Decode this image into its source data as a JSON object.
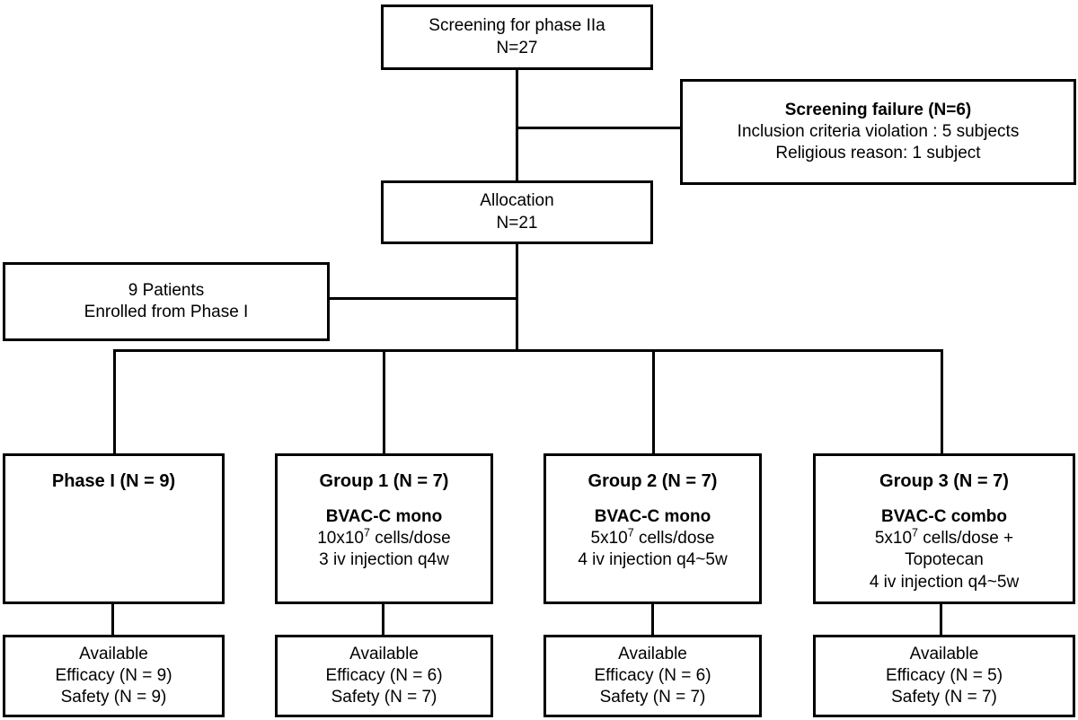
{
  "diagram": {
    "type": "consort-flow-diagram",
    "title_text": "",
    "colors": {
      "stroke": "#000000",
      "background": "#ffffff",
      "text": "#000000"
    }
  },
  "nodes": {
    "screening": {
      "lines": [
        "Screening for phase IIa",
        "N=27"
      ]
    },
    "screening_failure": {
      "heading": "Screening failure (N=6)",
      "lines": [
        "Inclusion criteria violation : 5 subjects",
        "Religious reason: 1 subject"
      ]
    },
    "allocation": {
      "lines": [
        "Allocation",
        "N=21"
      ]
    },
    "phase1_enrolled": {
      "lines": [
        "9 Patients",
        "Enrolled from Phase I"
      ]
    },
    "arms": [
      {
        "id": "phase-i",
        "title": "Phase I (N = 9)",
        "regimen": "",
        "detail_lines": []
      },
      {
        "id": "group-1",
        "title": "Group 1 (N = 7)",
        "regimen": "BVAC-C mono",
        "detail_lines": [
          "10x10⁷ cells/dose",
          "3 iv injection q4w"
        ],
        "dose_base": "10x10",
        "dose_exp": "7",
        "dose_suffix": " cells/dose",
        "schedule": "3 iv injection q4w"
      },
      {
        "id": "group-2",
        "title": "Group 2 (N = 7)",
        "regimen": "BVAC-C mono",
        "detail_lines": [
          "5x10⁷ cells/dose",
          "4 iv injection q4~5w"
        ],
        "dose_base": "5x10",
        "dose_exp": "7",
        "dose_suffix": " cells/dose",
        "schedule": "4 iv injection q4~5w"
      },
      {
        "id": "group-3",
        "title": "Group 3 (N = 7)",
        "regimen": "BVAC-C combo",
        "detail_lines": [
          "5x10⁷ cells/dose +",
          "Topotecan",
          "4 iv injection q4~5w"
        ],
        "dose_base": "5x10",
        "dose_exp": "7",
        "dose_suffix": " cells/dose +",
        "extra": "Topotecan",
        "schedule": "4 iv injection q4~5w"
      }
    ],
    "available": [
      {
        "id": "available-phase-i",
        "heading": "Available",
        "efficacy": "Efficacy (N = 9)",
        "safety": "Safety (N = 9)"
      },
      {
        "id": "available-group-1",
        "heading": "Available",
        "efficacy": "Efficacy (N = 6)",
        "safety": "Safety (N = 7)"
      },
      {
        "id": "available-group-2",
        "heading": "Available",
        "efficacy": "Efficacy (N = 6)",
        "safety": "Safety (N = 7)"
      },
      {
        "id": "available-group-3",
        "heading": "Available",
        "efficacy": "Efficacy (N = 5)",
        "safety": "Safety (N = 7)"
      }
    ]
  }
}
